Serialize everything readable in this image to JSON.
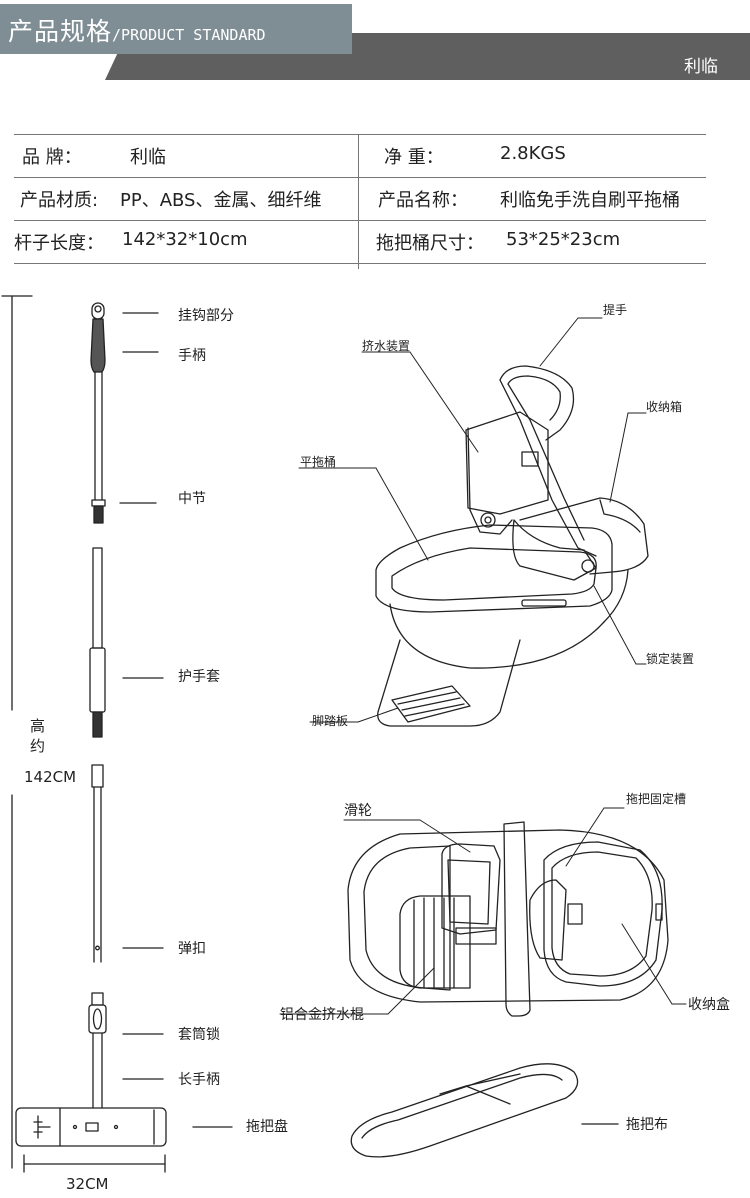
{
  "header": {
    "title_cn": "产品规格",
    "title_en": "/PRODUCT STANDARD",
    "brand": "利临"
  },
  "specs": {
    "brand_label": "品  牌：",
    "brand_value": "利临",
    "weight_label": "净  重：",
    "weight_value": "2.8KGS",
    "material_label": "产品材质:",
    "material_value": "PP、ABS、金属、细纤维",
    "name_label": "产品名称：",
    "name_value": "利临免手洗自刷平拖桶",
    "rod_label": "杆子长度：",
    "rod_value": "142*32*10cm",
    "bucket_label": "拖把桶尺寸：",
    "bucket_value": "53*25*23cm"
  },
  "mop_parts": {
    "hook": "挂钩部分",
    "handle": "手柄",
    "middle": "中节",
    "grip": "护手套",
    "clip": "弹扣",
    "sleeve_lock": "套筒锁",
    "long_handle": "长手柄",
    "mop_plate": "拖把盘",
    "height_1": "高",
    "height_2": "约",
    "height_value": "142CM",
    "width_value": "32CM"
  },
  "bucket_parts": {
    "handle": "提手",
    "squeeze": "挤水装置",
    "storage": "收纳箱",
    "flat_bucket": "平拖桶",
    "lock": "锁定装置",
    "pedal": "脚踏板",
    "pulley": "滑轮",
    "slot": "拖把固定槽",
    "roller": "铝合金挤水棍",
    "storage_box": "收纳盒",
    "cloth": "拖把布"
  }
}
